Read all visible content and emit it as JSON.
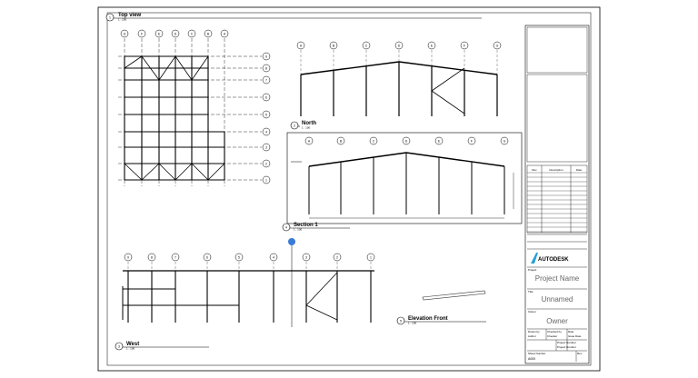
{
  "views": [
    {
      "id": "1",
      "title": "Top view",
      "scale": "1 : 200"
    },
    {
      "id": "2",
      "title": "North",
      "scale": "1 : 100"
    },
    {
      "id": "4",
      "title": "Section 1",
      "scale": "1 : 100"
    },
    {
      "id": "3",
      "title": "West",
      "scale": "1 : 100"
    },
    {
      "id": "5",
      "title": "Elevation Front",
      "scale": "1 : 100"
    }
  ],
  "grids": {
    "top_cols": [
      "G",
      "F",
      "E",
      "D",
      "C",
      "B",
      "A"
    ],
    "top_rows": [
      "9",
      "8",
      "7",
      "6",
      "5",
      "4",
      "3",
      "2",
      "1"
    ],
    "north_cols": [
      "A",
      "B",
      "C",
      "D",
      "E",
      "F",
      "G"
    ],
    "section_cols": [
      "A",
      "B",
      "C",
      "D",
      "E",
      "F",
      "G"
    ],
    "west_cols": [
      "9",
      "8",
      "7",
      "6",
      "5",
      "4",
      "3",
      "2",
      "1"
    ]
  },
  "title_block": {
    "revision_headers": [
      "Rev",
      "Description",
      "Date"
    ],
    "company": "AUTODESK",
    "project_label": "Project",
    "project_name": "Project Name",
    "title_label": "Title",
    "title": "Unnamed",
    "owner_label": "Owner",
    "owner": "Owner",
    "drawn_by_label": "Drawn by",
    "drawn_by": "Author",
    "checked_by_label": "Checked by",
    "checked_by": "Checker",
    "date_label": "Date",
    "date": "Issue Date",
    "project_number_label": "Project Number",
    "project_number": "Project Number",
    "sheet_number_label": "Sheet Number",
    "sheet_number": "A000",
    "rev_label": "Rev"
  },
  "colors": {
    "section_marker": "#3a7bd5",
    "logo": "#2a9fd6"
  }
}
